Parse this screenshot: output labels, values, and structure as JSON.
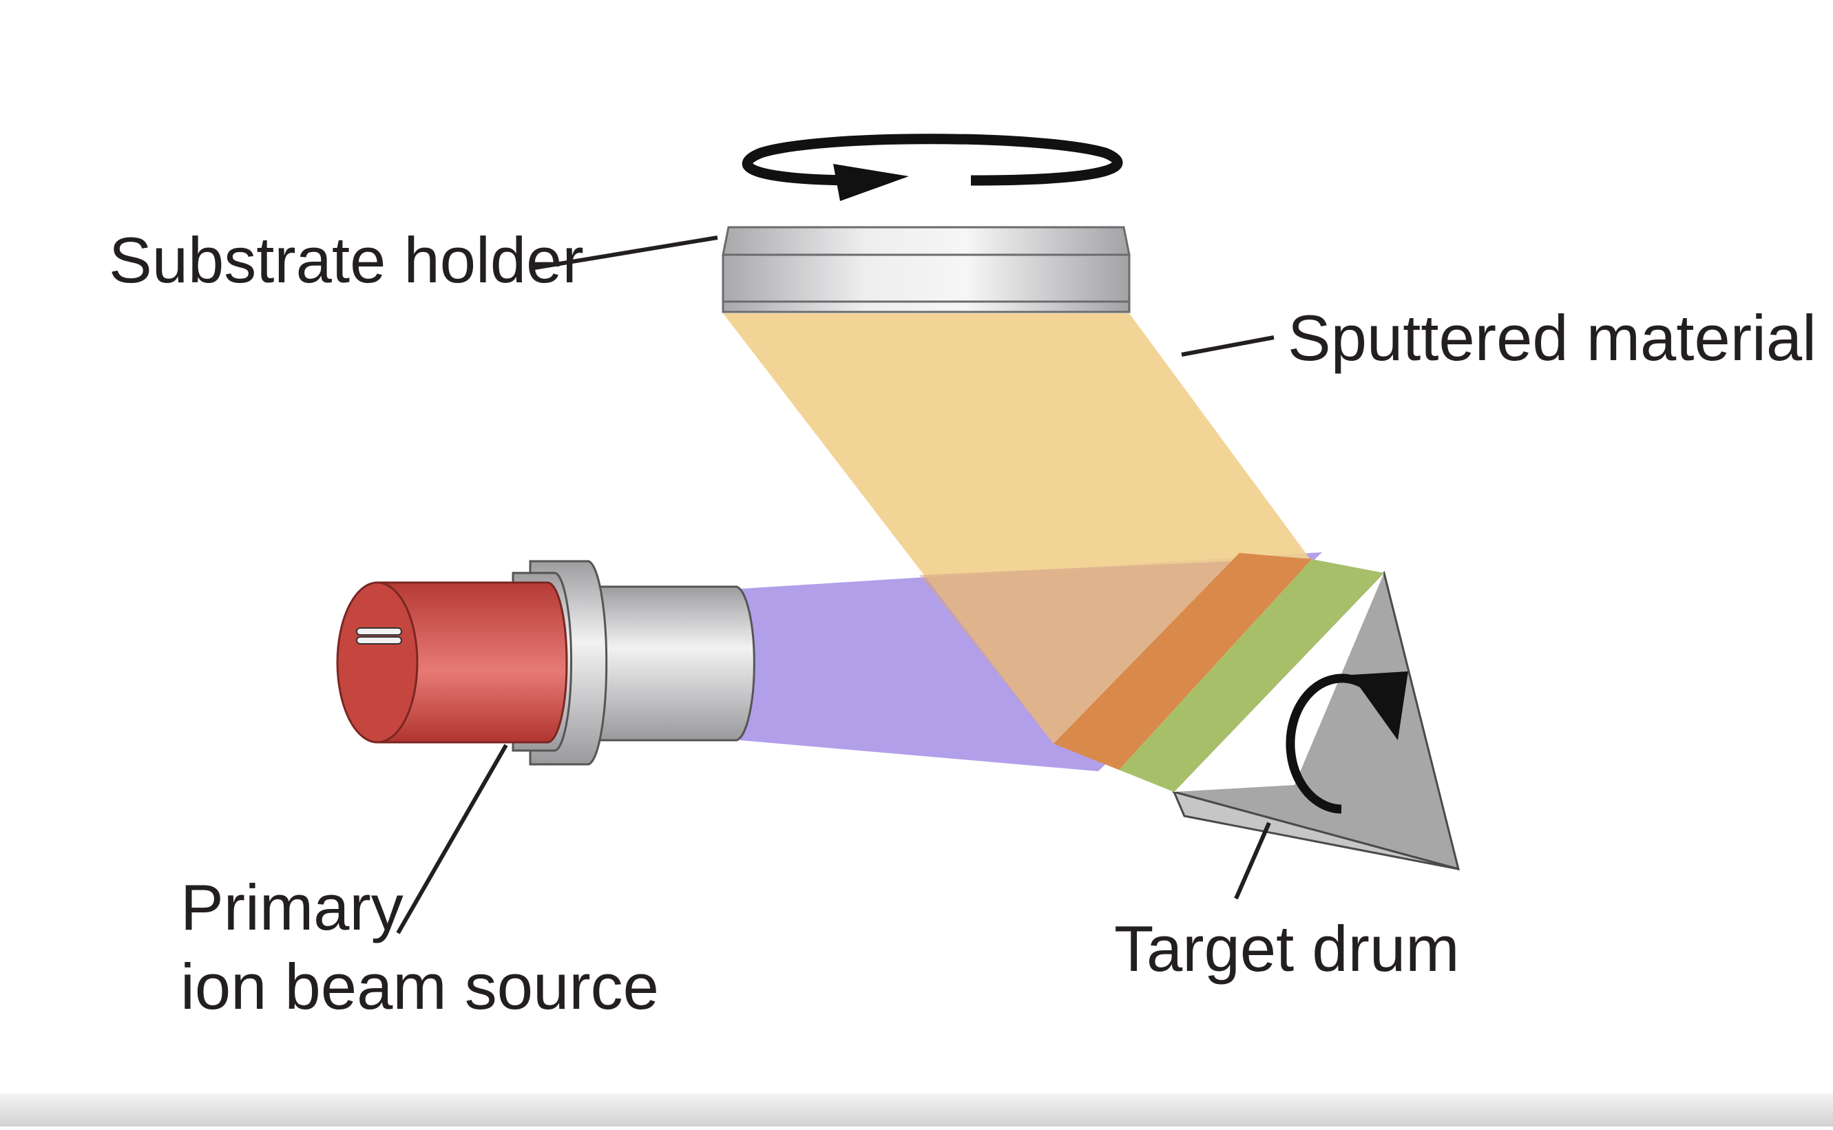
{
  "labels": {
    "substrate_holder": "Substrate holder",
    "sputtered_material": "Sputtered material",
    "primary_line1": "Primary",
    "primary_line2": "ion beam source",
    "target_drum": "Target drum"
  },
  "colors": {
    "ion_beam": "#a48ee6",
    "sputtered_plume": "#f2cf8c",
    "target_stripe_orange": "#d9894a",
    "target_stripe_green": "#a8bf6a",
    "drum_gray": "#a9a9a9",
    "source_red": "#c74a44",
    "holder_silver": "#d8d8da",
    "text": "#231f20"
  },
  "icons": {
    "rotation_top": "circular-arrow-icon",
    "rotation_drum": "circular-arrow-icon"
  }
}
